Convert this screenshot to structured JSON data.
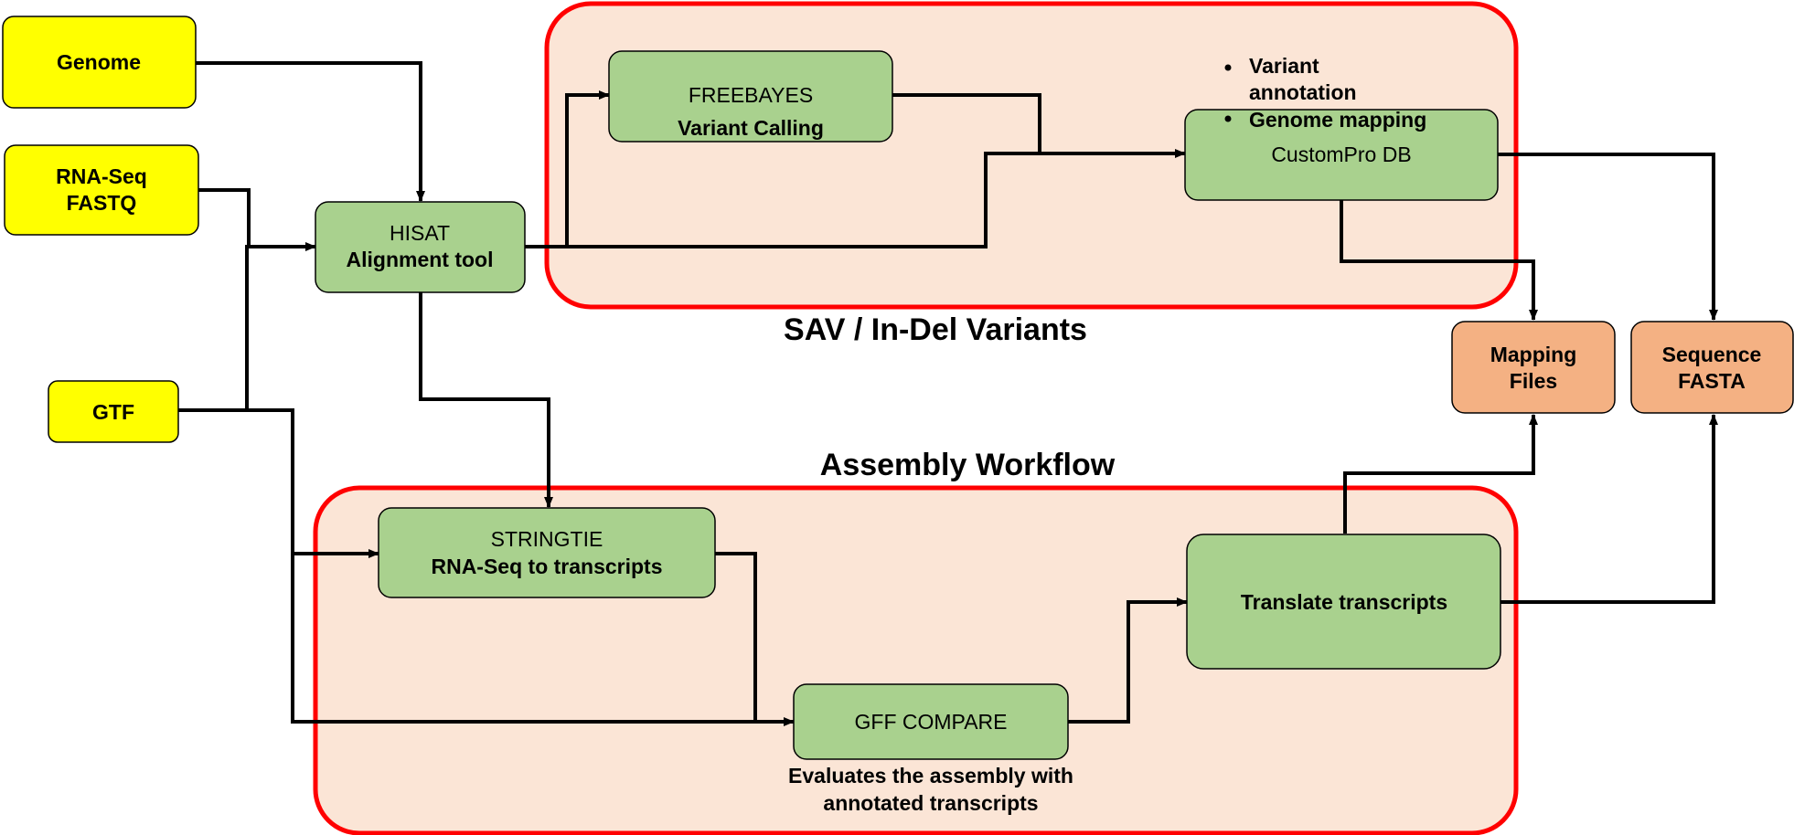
{
  "colors": {
    "input_box": "#ffff00",
    "tool_box": "#a9d18e",
    "output_box": "#f4b183",
    "group_fill": "#fbe5d6",
    "group_border": "#ff0000",
    "line": "#000000"
  },
  "groups": {
    "sav_title": "SAV / In-Del Variants",
    "assembly_title": "Assembly Workflow"
  },
  "inputs": {
    "genome": "Genome",
    "rnaseq_line1": "RNA-Seq",
    "rnaseq_line2": "FASTQ",
    "gtf": "GTF"
  },
  "tools": {
    "hisat_name": "HISAT",
    "hisat_desc": "Alignment tool",
    "freebayes_name": "FREEBAYES",
    "freebayes_desc": "Variant Calling",
    "custompro": "CustomPro DB",
    "stringtie_name": "STRINGTIE",
    "stringtie_desc": "RNA-Seq to transcripts",
    "gffcompare": "GFF COMPARE",
    "translate": "Translate transcripts"
  },
  "bullets": {
    "item1_line1": "Variant",
    "item1_line2": "annotation",
    "item2": "Genome mapping"
  },
  "notes": {
    "gff_line1": "Evaluates the assembly with",
    "gff_line2": "annotated transcripts"
  },
  "outputs": {
    "mapping_line1": "Mapping",
    "mapping_line2": "Files",
    "sequence_line1": "Sequence",
    "sequence_line2": "FASTA"
  }
}
